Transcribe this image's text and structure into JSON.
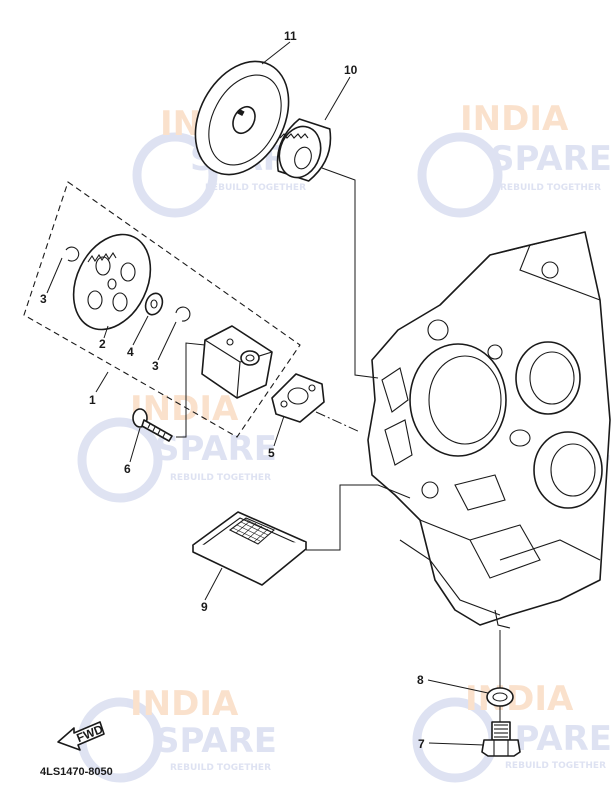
{
  "diagram_code": "4LS1470-8050",
  "fwd_badge": "FWD",
  "watermark": {
    "line1": "INDIA",
    "line2": "SPARE",
    "tagline": "REBUILD TOGETHER"
  },
  "callouts": {
    "p1": "1",
    "p2": "2",
    "p3a": "3",
    "p3b": "3",
    "p4": "4",
    "p5": "5",
    "p6": "6",
    "p7": "7",
    "p8": "8",
    "p9": "9",
    "p10": "10",
    "p11": "11"
  },
  "colors": {
    "line": "#1a1a1a",
    "watermark_orange": "#f6c9a4",
    "watermark_blue": "#c4cce8"
  }
}
